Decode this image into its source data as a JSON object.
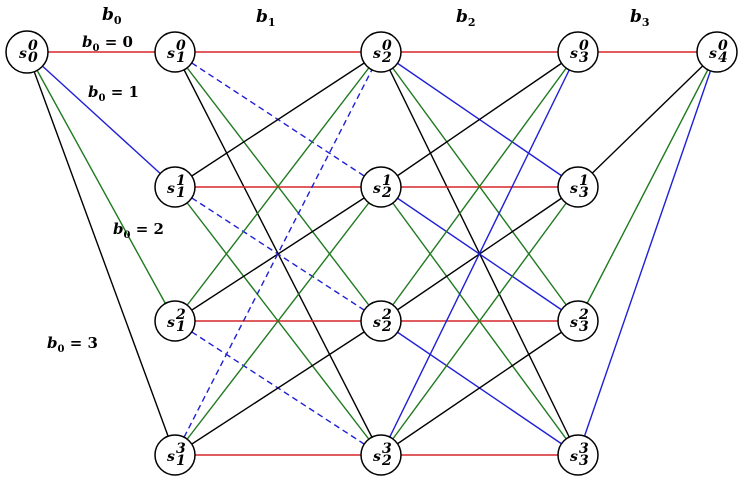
{
  "stage_labels": [
    {
      "base": "b",
      "sub": "0"
    },
    {
      "base": "b",
      "sub": "1"
    },
    {
      "base": "b",
      "sub": "2"
    },
    {
      "base": "b",
      "sub": "3"
    }
  ],
  "edge_labels": [
    {
      "base": "b",
      "sub": "0",
      "rest": " = 0"
    },
    {
      "base": "b",
      "sub": "0",
      "rest": " = 1"
    },
    {
      "base": "b",
      "sub": "0",
      "rest": " = 2"
    },
    {
      "base": "b",
      "sub": "0",
      "rest": " = 3"
    }
  ],
  "nodes": [
    {
      "id": "s00",
      "base": "s",
      "sub": "0",
      "sup": "0",
      "stage": 0,
      "state": 0
    },
    {
      "id": "s10",
      "base": "s",
      "sub": "1",
      "sup": "0",
      "stage": 1,
      "state": 0
    },
    {
      "id": "s11",
      "base": "s",
      "sub": "1",
      "sup": "1",
      "stage": 1,
      "state": 1
    },
    {
      "id": "s12",
      "base": "s",
      "sub": "1",
      "sup": "2",
      "stage": 1,
      "state": 2
    },
    {
      "id": "s13",
      "base": "s",
      "sub": "1",
      "sup": "3",
      "stage": 1,
      "state": 3
    },
    {
      "id": "s20",
      "base": "s",
      "sub": "2",
      "sup": "0",
      "stage": 2,
      "state": 0
    },
    {
      "id": "s21",
      "base": "s",
      "sub": "2",
      "sup": "1",
      "stage": 2,
      "state": 1
    },
    {
      "id": "s22",
      "base": "s",
      "sub": "2",
      "sup": "2",
      "stage": 2,
      "state": 2
    },
    {
      "id": "s23",
      "base": "s",
      "sub": "2",
      "sup": "3",
      "stage": 2,
      "state": 3
    },
    {
      "id": "s30",
      "base": "s",
      "sub": "3",
      "sup": "0",
      "stage": 3,
      "state": 0
    },
    {
      "id": "s31",
      "base": "s",
      "sub": "3",
      "sup": "1",
      "stage": 3,
      "state": 1
    },
    {
      "id": "s32",
      "base": "s",
      "sub": "3",
      "sup": "2",
      "stage": 3,
      "state": 2
    },
    {
      "id": "s33",
      "base": "s",
      "sub": "3",
      "sup": "3",
      "stage": 3,
      "state": 3
    },
    {
      "id": "s40",
      "base": "s",
      "sub": "4",
      "sup": "0",
      "stage": 4,
      "state": 0
    }
  ],
  "colors": {
    "b0": "#d62728",
    "b1": "#1f1fd6",
    "b2": "#1f7a1f",
    "b3": "#000000"
  },
  "edges": [
    {
      "from": "s00",
      "to": "s10",
      "value": "b0",
      "style": "solid"
    },
    {
      "from": "s00",
      "to": "s11",
      "value": "b1",
      "style": "solid"
    },
    {
      "from": "s00",
      "to": "s12",
      "value": "b2",
      "style": "solid"
    },
    {
      "from": "s00",
      "to": "s13",
      "value": "b3",
      "style": "solid"
    },
    {
      "from": "s10",
      "to": "s20",
      "value": "b0",
      "style": "solid"
    },
    {
      "from": "s10",
      "to": "s21",
      "value": "b1",
      "style": "dashed"
    },
    {
      "from": "s10",
      "to": "s22",
      "value": "b2",
      "style": "solid"
    },
    {
      "from": "s10",
      "to": "s23",
      "value": "b3",
      "style": "solid"
    },
    {
      "from": "s11",
      "to": "s21",
      "value": "b0",
      "style": "solid"
    },
    {
      "from": "s11",
      "to": "s22",
      "value": "b1",
      "style": "dashed"
    },
    {
      "from": "s11",
      "to": "s23",
      "value": "b2",
      "style": "solid"
    },
    {
      "from": "s11",
      "to": "s20",
      "value": "b3",
      "style": "solid"
    },
    {
      "from": "s12",
      "to": "s22",
      "value": "b0",
      "style": "solid"
    },
    {
      "from": "s12",
      "to": "s23",
      "value": "b1",
      "style": "dashed"
    },
    {
      "from": "s12",
      "to": "s20",
      "value": "b2",
      "style": "solid"
    },
    {
      "from": "s12",
      "to": "s21",
      "value": "b3",
      "style": "solid"
    },
    {
      "from": "s13",
      "to": "s23",
      "value": "b0",
      "style": "solid"
    },
    {
      "from": "s13",
      "to": "s20",
      "value": "b1",
      "style": "dashed"
    },
    {
      "from": "s13",
      "to": "s21",
      "value": "b2",
      "style": "solid"
    },
    {
      "from": "s13",
      "to": "s22",
      "value": "b3",
      "style": "solid"
    },
    {
      "from": "s20",
      "to": "s30",
      "value": "b0",
      "style": "solid"
    },
    {
      "from": "s20",
      "to": "s31",
      "value": "b1",
      "style": "solid"
    },
    {
      "from": "s20",
      "to": "s32",
      "value": "b2",
      "style": "solid"
    },
    {
      "from": "s20",
      "to": "s33",
      "value": "b3",
      "style": "solid"
    },
    {
      "from": "s21",
      "to": "s31",
      "value": "b0",
      "style": "solid"
    },
    {
      "from": "s21",
      "to": "s32",
      "value": "b1",
      "style": "solid"
    },
    {
      "from": "s21",
      "to": "s33",
      "value": "b2",
      "style": "solid"
    },
    {
      "from": "s21",
      "to": "s30",
      "value": "b3",
      "style": "solid"
    },
    {
      "from": "s22",
      "to": "s32",
      "value": "b0",
      "style": "solid"
    },
    {
      "from": "s22",
      "to": "s33",
      "value": "b1",
      "style": "solid"
    },
    {
      "from": "s22",
      "to": "s30",
      "value": "b2",
      "style": "solid"
    },
    {
      "from": "s22",
      "to": "s31",
      "value": "b3",
      "style": "solid"
    },
    {
      "from": "s23",
      "to": "s33",
      "value": "b0",
      "style": "solid"
    },
    {
      "from": "s23",
      "to": "s30",
      "value": "b1",
      "style": "solid"
    },
    {
      "from": "s23",
      "to": "s31",
      "value": "b2",
      "style": "solid"
    },
    {
      "from": "s23",
      "to": "s32",
      "value": "b3",
      "style": "solid"
    },
    {
      "from": "s30",
      "to": "s40",
      "value": "b0",
      "style": "solid"
    },
    {
      "from": "s33",
      "to": "s40",
      "value": "b1",
      "style": "solid"
    },
    {
      "from": "s32",
      "to": "s40",
      "value": "b2",
      "style": "solid"
    },
    {
      "from": "s31",
      "to": "s40",
      "value": "b3",
      "style": "solid"
    }
  ]
}
